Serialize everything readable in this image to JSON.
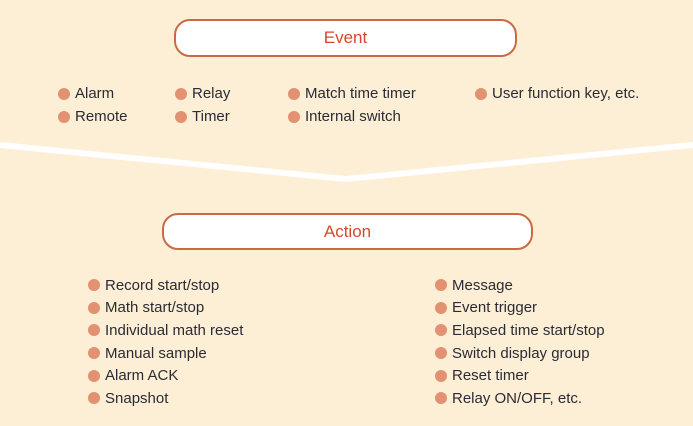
{
  "colors": {
    "page_background": "#ffffff",
    "panel_background": "#fcefd5",
    "bullet": "#e29272",
    "box_border": "#ca6a45",
    "box_fill": "#ffffff",
    "title_text": "#d04b2d",
    "body_text": "#2b2b35"
  },
  "event": {
    "title": "Event",
    "columns": [
      [
        "Alarm",
        "Remote"
      ],
      [
        "Relay",
        "Timer"
      ],
      [
        "Match time timer",
        "Internal switch"
      ],
      [
        "User function key, etc."
      ]
    ]
  },
  "action": {
    "title": "Action",
    "columns": [
      [
        "Record start/stop",
        "Math start/stop",
        "Individual math reset",
        "Manual sample",
        "Alarm ACK",
        "Snapshot"
      ],
      [
        "Message",
        "Event trigger",
        "Elapsed time start/stop",
        "Switch display group",
        "Reset timer",
        "Relay ON/OFF, etc."
      ]
    ]
  }
}
